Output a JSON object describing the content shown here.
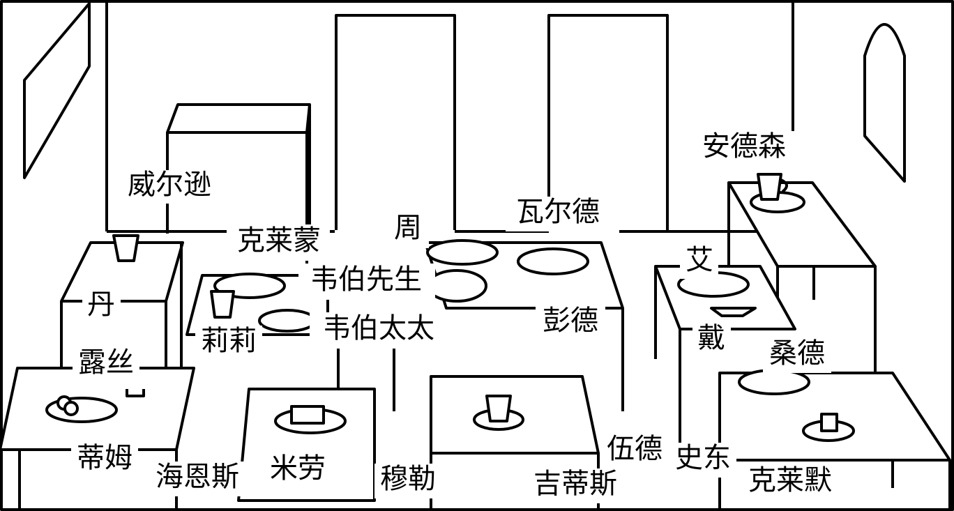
{
  "labels": {
    "wilson": "威尔逊",
    "clemont": "克莱蒙",
    "zhou": "周",
    "walde": "瓦尔德",
    "anderson": "安德森",
    "mr_weber": "韦伯先生",
    "dan": "丹",
    "ai": "艾",
    "lily": "莉莉",
    "mrs_weber": "韦伯太太",
    "pende": "彭德",
    "dai": "戴",
    "ruth": "露丝",
    "sande": "桑德",
    "tim": "蒂姆",
    "haynes": "海恩斯",
    "milao": "米劳",
    "muller": "穆勒",
    "gittis": "吉蒂斯",
    "wood": "伍德",
    "stone": "史东",
    "kramer": "克莱默"
  }
}
